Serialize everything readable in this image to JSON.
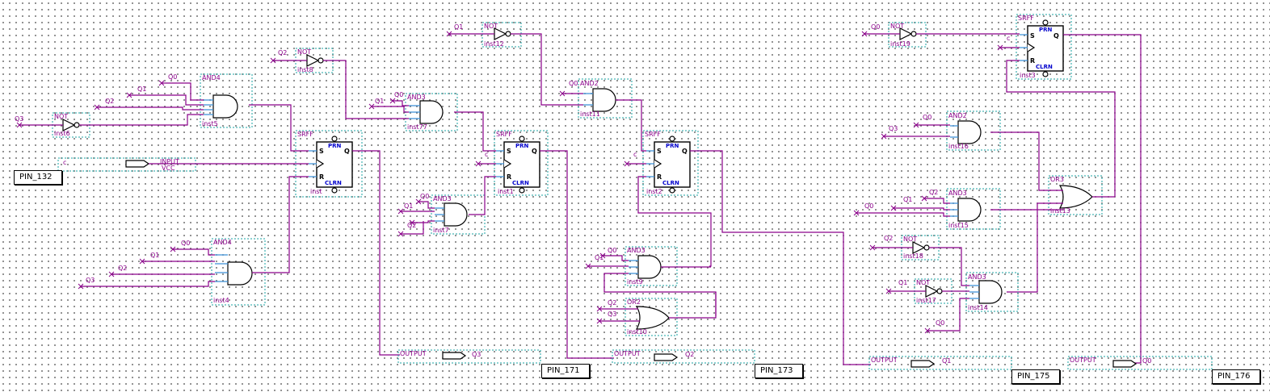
{
  "pins": [
    {
      "id": "PIN_132"
    },
    {
      "id": "PIN_171"
    },
    {
      "id": "PIN_173"
    },
    {
      "id": "PIN_175"
    },
    {
      "id": "PIN_176"
    }
  ],
  "inputs": [
    {
      "type": "INPUT",
      "signal": "c",
      "pull": "VCC"
    }
  ],
  "outputs": [
    {
      "type": "OUTPUT",
      "signal": "Q3"
    },
    {
      "type": "OUTPUT",
      "signal": "Q2"
    },
    {
      "type": "OUTPUT",
      "signal": "Q1"
    },
    {
      "type": "OUTPUT",
      "signal": "Q0"
    }
  ],
  "gates": {
    "inst6": {
      "type": "NOT",
      "in": "Q3"
    },
    "inst5": {
      "type": "AND4",
      "in": [
        "Q0",
        "Q1",
        "Q2"
      ]
    },
    "inst4": {
      "type": "AND4",
      "in": [
        "Q0",
        "Q1",
        "Q2",
        "Q3"
      ]
    },
    "inst8": {
      "type": "NOT",
      "in": "Q2"
    },
    "inst77": {
      "type": "AND3",
      "in": [
        "Q0",
        "Q1"
      ]
    },
    "inst7": {
      "type": "AND3",
      "in": [
        "Q0",
        "Q1",
        "Q2"
      ]
    },
    "inst12": {
      "type": "NOT",
      "in": "Q1"
    },
    "inst11": {
      "type": "AND2",
      "in": [
        "Q0"
      ]
    },
    "inst9": {
      "type": "AND3",
      "in": [
        "Q0",
        "Q1"
      ]
    },
    "inst10": {
      "type": "OR2",
      "in": [
        "Q2",
        "Q3"
      ]
    },
    "inst19": {
      "type": "NOT",
      "in": "Q0"
    },
    "inst16": {
      "type": "AND2",
      "in": [
        "Q0",
        "Q3"
      ]
    },
    "inst15": {
      "type": "AND3",
      "in": [
        "Q0",
        "Q1",
        "Q2"
      ]
    },
    "inst18": {
      "type": "NOT",
      "in": "Q2"
    },
    "inst17": {
      "type": "NOT",
      "in": "Q1"
    },
    "inst14": {
      "type": "AND3",
      "in": [
        "Q0"
      ]
    },
    "inst13": {
      "type": "OR3"
    }
  },
  "flipflops": {
    "inst": {
      "type": "SRFF"
    },
    "inst1": {
      "type": "SRFF",
      "clk": "c"
    },
    "inst2": {
      "type": "SRFF",
      "clk": "c"
    },
    "inst3": {
      "type": "SRFF",
      "clk": "c"
    }
  },
  "ff_pins": {
    "set": "S",
    "reset": "R",
    "q": "Q",
    "preset": "PRN",
    "clear": "CLRN"
  },
  "signals": {
    "q0": "Q0",
    "q1": "Q1",
    "q2": "Q2",
    "q3": "Q3",
    "clk": "c"
  },
  "colors": {
    "wire": "#8a008a",
    "pin": "#3a8fd8",
    "block": "#1aa3a3",
    "grid": "#6f6f6f"
  }
}
